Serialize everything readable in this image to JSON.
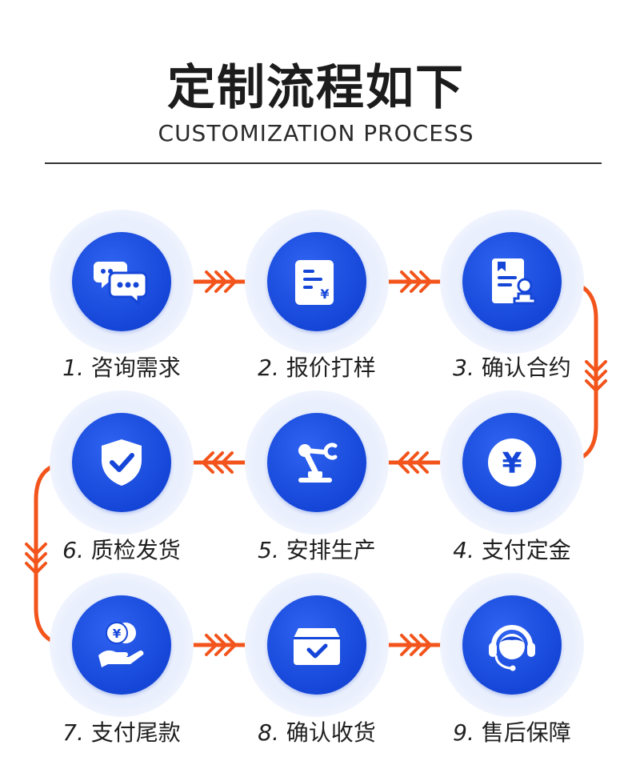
{
  "header": {
    "title": "定制流程如下",
    "subtitle": "CUSTOMIZATION PROCESS"
  },
  "colors": {
    "accent": "#1546d8",
    "connector": "#f2541b",
    "halo": "#e9effd"
  },
  "steps": [
    {
      "num": "1.",
      "label": "咨询需求",
      "icon": "chat-bubbles-icon"
    },
    {
      "num": "2.",
      "label": "报价打样",
      "icon": "quote-document-icon"
    },
    {
      "num": "3.",
      "label": "确认合约",
      "icon": "contract-stamp-icon"
    },
    {
      "num": "4.",
      "label": "支付定金",
      "icon": "yen-coin-icon"
    },
    {
      "num": "5.",
      "label": "安排生产",
      "icon": "robot-arm-icon"
    },
    {
      "num": "6.",
      "label": "质检发货",
      "icon": "shield-check-icon"
    },
    {
      "num": "7.",
      "label": "支付尾款",
      "icon": "hand-coins-icon"
    },
    {
      "num": "8.",
      "label": "确认收货",
      "icon": "box-check-icon"
    },
    {
      "num": "9.",
      "label": "售后保障",
      "icon": "headset-icon"
    }
  ]
}
